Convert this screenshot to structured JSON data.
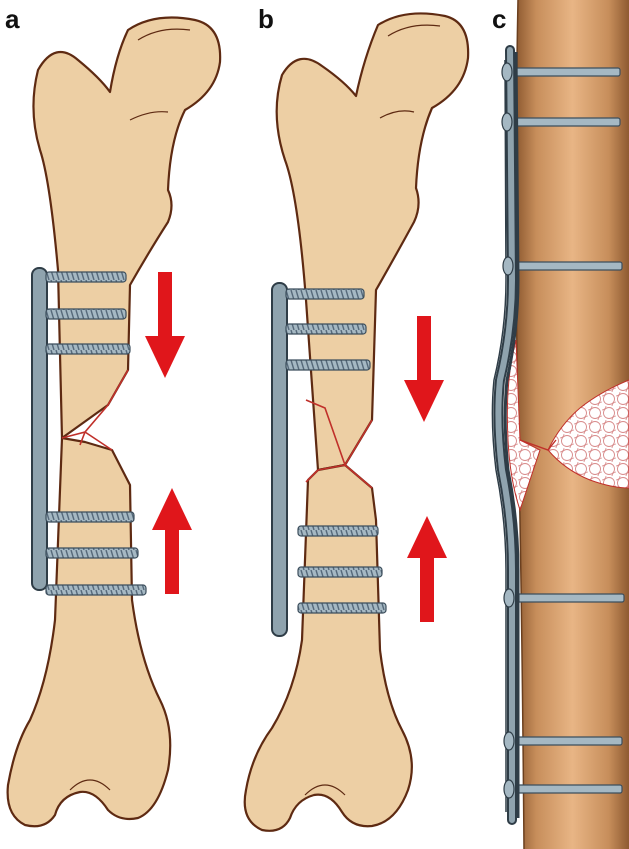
{
  "panels": [
    {
      "id": "a",
      "label": "a"
    },
    {
      "id": "b",
      "label": "b"
    },
    {
      "id": "c",
      "label": "c"
    }
  ],
  "colors": {
    "bone_fill": "#EDCFA4",
    "bone_outline": "#5E2A12",
    "plate": "#8FA3AE",
    "screw": "#A5B8C3",
    "fracture_line": "#C0302A",
    "arrow": "#E0161B",
    "shaft_light": "#E1AC78",
    "shaft_dark": "#9A6236"
  }
}
